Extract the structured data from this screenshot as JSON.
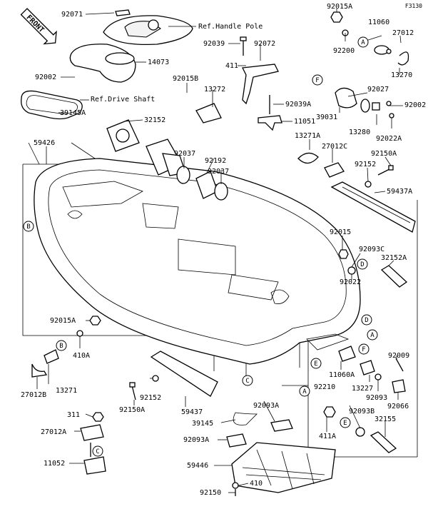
{
  "figure_code": "F3130",
  "front_badge": "FRONT",
  "annotations": {
    "ref_handle_pole": "Ref.Handle Pole",
    "ref_drive_shaft": "Ref.Drive Shaft"
  },
  "part_labels": {
    "p92071": "92071",
    "p14073": "14073",
    "p92002a": "92002",
    "p39145a": "39145A",
    "p92039": "92039",
    "p92072": "92072",
    "p411": "411",
    "p92015b": "92015B",
    "p13272": "13272",
    "p92039a": "92039A",
    "p11051": "11051",
    "p92015a_top": "92015A",
    "p11060": "11060",
    "p27012": "27012",
    "p92200": "92200",
    "p13270": "13270",
    "p92027": "92027",
    "p92002b": "92002",
    "p39031": "39031",
    "p13280": "13280",
    "p92022a": "92022A",
    "p32152": "32152",
    "p59426": "59426",
    "p92037a": "92037",
    "p92192": "92192",
    "p92037b": "92037",
    "p13271a": "13271A",
    "p27012c": "27012C",
    "p92150a_r": "92150A",
    "p92152_r": "92152",
    "p59437a": "59437A",
    "p92015": "92015",
    "p92093c": "92093C",
    "p32152a": "32152A",
    "p92022": "92022",
    "p92015a_l": "92015A",
    "p410a": "410A",
    "p13271": "13271",
    "p27012b": "27012B",
    "p92009": "92009",
    "p11060a": "11060A",
    "p13227": "13227",
    "p92152_l": "92152",
    "p92150a_l": "92150A",
    "p92210": "92210",
    "p92093": "92093",
    "p92066": "92066",
    "p59437": "59437",
    "p92093a_top": "92093A",
    "p311": "311",
    "p39145": "39145",
    "p92093b": "92093B",
    "p27012a": "27012A",
    "p92093a_l": "92093A",
    "p411a": "411A",
    "p32155": "32155",
    "p11052": "11052",
    "p59446": "59446",
    "p410": "410",
    "p92150": "92150"
  },
  "ref_letters": {
    "a": "A",
    "b": "B",
    "c": "C",
    "d": "D",
    "e": "E",
    "f": "F"
  }
}
